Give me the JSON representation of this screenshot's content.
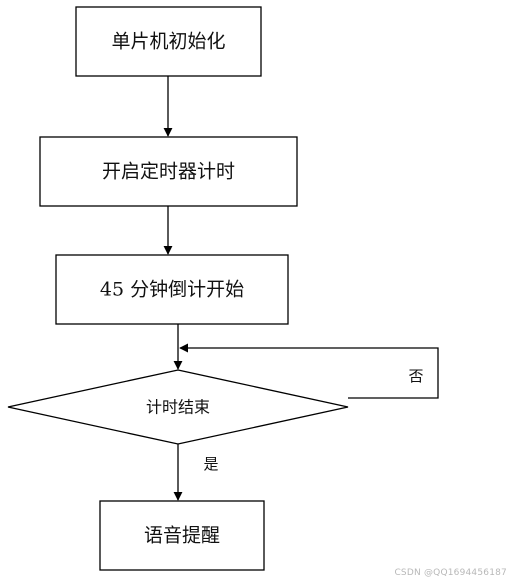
{
  "nodes": {
    "init": "单片机初始化",
    "timer_start": "开启定时器计时",
    "countdown": "45 分钟倒计开始",
    "decision": "计时结束",
    "alert": "语音提醒"
  },
  "edges": {
    "no_label": "否",
    "yes_label": "是"
  },
  "watermark": "CSDN @QQ1694456187"
}
